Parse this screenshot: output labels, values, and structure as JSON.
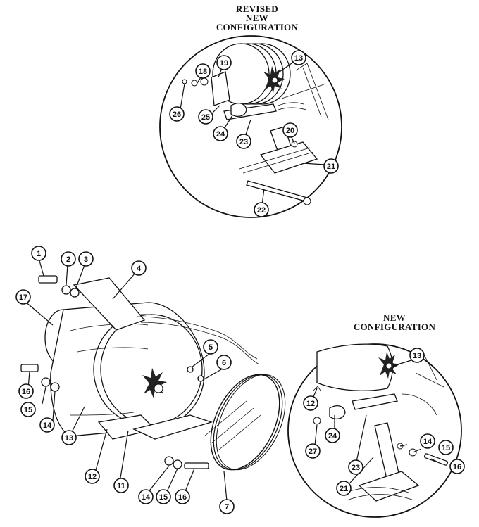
{
  "titles": {
    "revised_line1": "REVISED",
    "revised_line2": "NEW",
    "revised_line3": "CONFIGURATION",
    "new_line1": "NEW",
    "new_line2": "CONFIGURATION"
  },
  "callouts": {
    "main": {
      "c1": "1",
      "c2": "2",
      "c3": "3",
      "c4": "4",
      "c5": "5",
      "c6": "6",
      "c7": "7",
      "c11": "11",
      "c12": "12",
      "c13": "13",
      "c14a": "14",
      "c14b": "14",
      "c15a": "15",
      "c15b": "15",
      "c16a": "16",
      "c16b": "16",
      "c17": "17"
    },
    "revised": {
      "c13": "13",
      "c18": "18",
      "c19": "19",
      "c20": "20",
      "c21": "21",
      "c22": "22",
      "c23": "23",
      "c24": "24",
      "c25": "25",
      "c26": "26"
    },
    "new": {
      "c12": "12",
      "c13": "13",
      "c14": "14",
      "c15": "15",
      "c16": "16",
      "c21": "21",
      "c23": "23",
      "c24": "24",
      "c27": "27"
    }
  }
}
